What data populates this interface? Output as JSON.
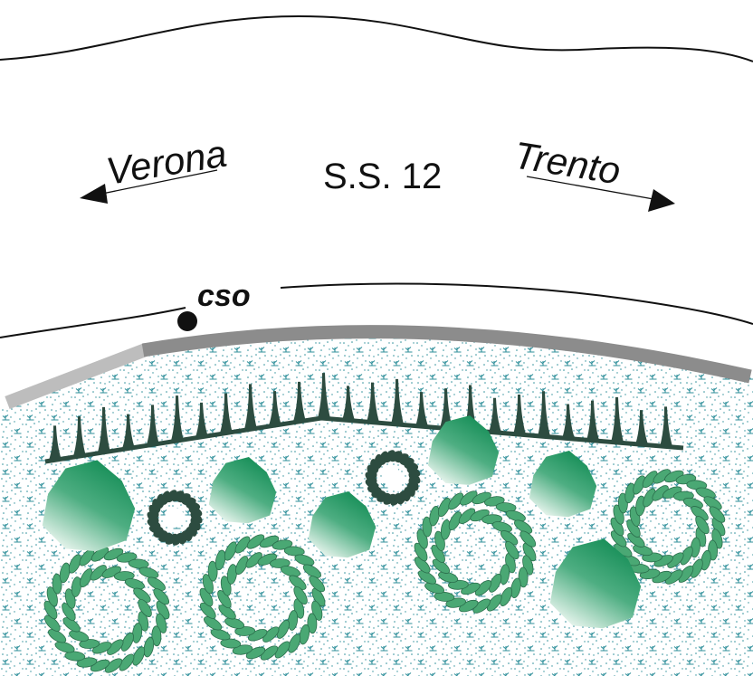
{
  "labels": {
    "left_direction": "Verona",
    "road": "S.S. 12",
    "right_direction": "Trento",
    "cso": "cso"
  },
  "colors": {
    "background": "#ffffff",
    "line": "#111111",
    "barrier_light": "#bdbdbd",
    "barrier_dark": "#8c8c8c",
    "meadow_symbol": "#2f8f9a",
    "vegetation_green": "#1e9460",
    "shrub_leaf": "#4aa874",
    "conifer": "#2d4c40"
  }
}
